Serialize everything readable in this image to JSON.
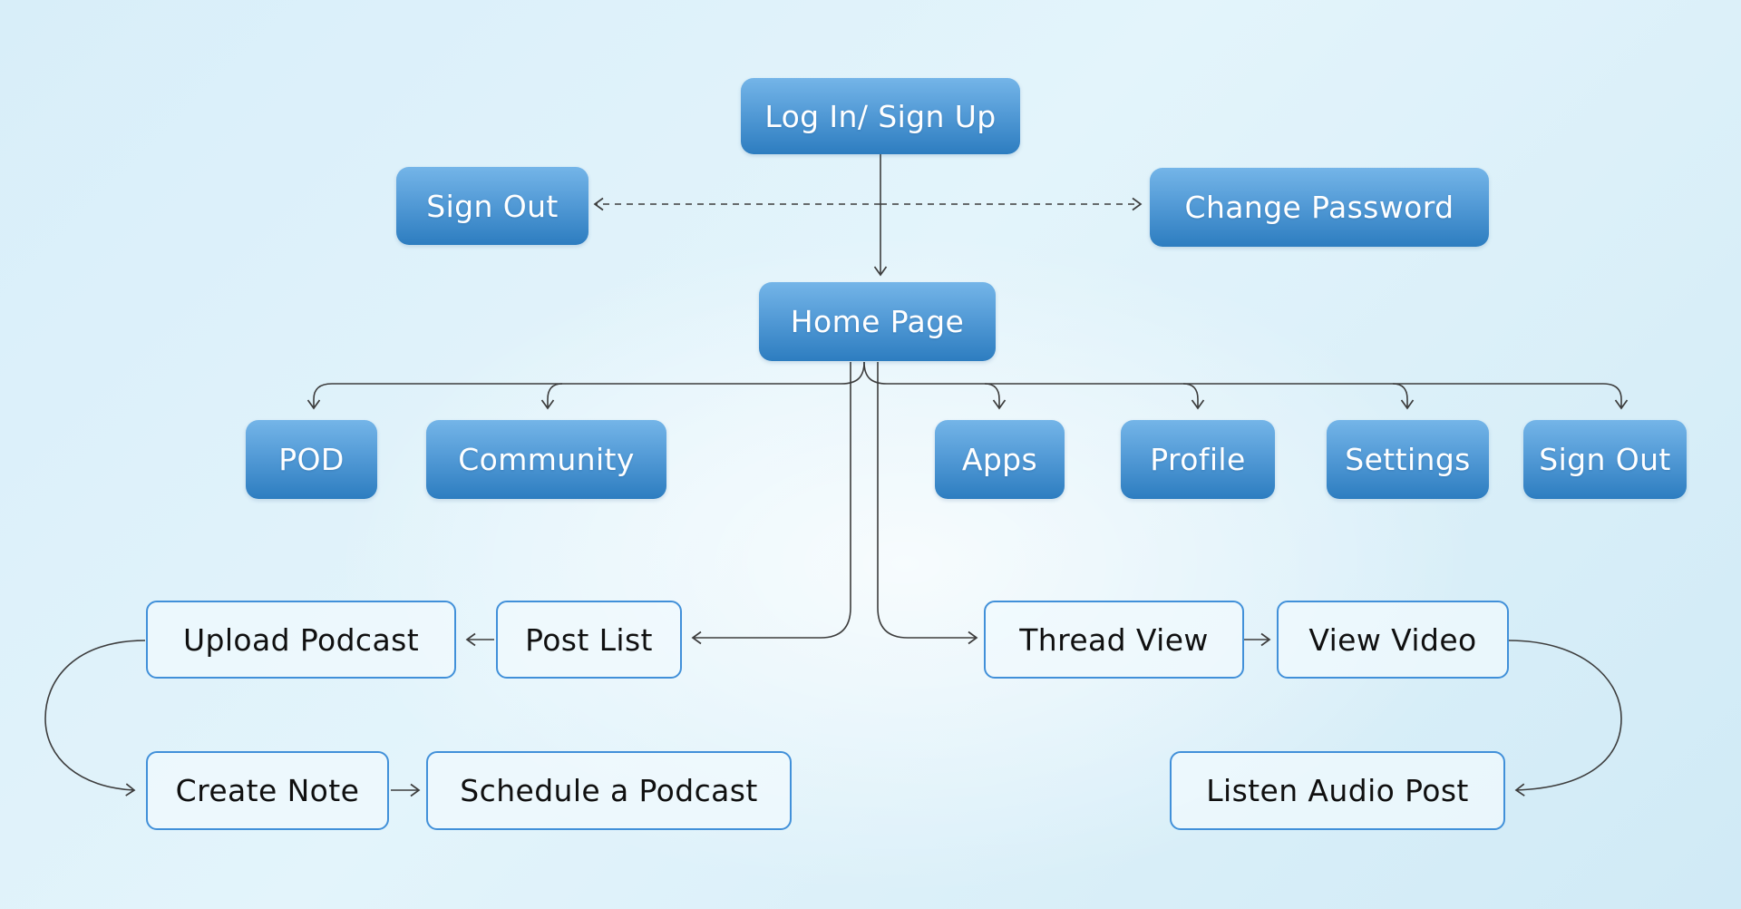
{
  "diagram": {
    "description": "Application navigation flow diagram",
    "colors": {
      "node_gradient_top": "#74b5e8",
      "node_gradient_bottom": "#2d7dc0",
      "outline_node_border": "#4190d9",
      "outline_node_fill": "#f0fafe",
      "node_text": "#ffffff",
      "outline_node_text": "#101010",
      "connector": "#3d3d3d",
      "background_edge": "#d0eaf6",
      "background_center": "#f3fbfe"
    },
    "nodes": {
      "login": {
        "label": "Log In/ Sign Up",
        "type": "primary"
      },
      "sign_out_top": {
        "label": "Sign Out",
        "type": "primary"
      },
      "change_password": {
        "label": "Change Password",
        "type": "primary"
      },
      "home": {
        "label": "Home Page",
        "type": "primary"
      },
      "pod": {
        "label": "POD",
        "type": "primary"
      },
      "community": {
        "label": "Community",
        "type": "primary"
      },
      "apps": {
        "label": "Apps",
        "type": "primary"
      },
      "profile": {
        "label": "Profile",
        "type": "primary"
      },
      "settings": {
        "label": "Settings",
        "type": "primary"
      },
      "sign_out_nav": {
        "label": "Sign Out",
        "type": "primary"
      },
      "upload_podcast": {
        "label": "Upload Podcast",
        "type": "outlined"
      },
      "post_list": {
        "label": "Post List",
        "type": "outlined"
      },
      "thread_view": {
        "label": "Thread View",
        "type": "outlined"
      },
      "view_video": {
        "label": "View Video",
        "type": "outlined"
      },
      "create_note": {
        "label": "Create Note",
        "type": "outlined"
      },
      "schedule_podcast": {
        "label": "Schedule a Podcast",
        "type": "outlined"
      },
      "listen_audio_post": {
        "label": "Listen Audio Post",
        "type": "outlined"
      }
    },
    "edges": [
      {
        "from": "login",
        "to": "home",
        "style": "solid"
      },
      {
        "from": "login",
        "to": "sign_out_top",
        "style": "dashed"
      },
      {
        "from": "login",
        "to": "change_password",
        "style": "dashed"
      },
      {
        "from": "home",
        "to": "pod",
        "style": "solid"
      },
      {
        "from": "home",
        "to": "community",
        "style": "solid"
      },
      {
        "from": "home",
        "to": "apps",
        "style": "solid"
      },
      {
        "from": "home",
        "to": "profile",
        "style": "solid"
      },
      {
        "from": "home",
        "to": "settings",
        "style": "solid"
      },
      {
        "from": "home",
        "to": "sign_out_nav",
        "style": "solid"
      },
      {
        "from": "home",
        "to": "post_list",
        "style": "solid"
      },
      {
        "from": "home",
        "to": "thread_view",
        "style": "solid"
      },
      {
        "from": "post_list",
        "to": "upload_podcast",
        "style": "solid"
      },
      {
        "from": "thread_view",
        "to": "view_video",
        "style": "solid"
      },
      {
        "from": "upload_podcast",
        "to": "create_note",
        "style": "solid"
      },
      {
        "from": "create_note",
        "to": "schedule_podcast",
        "style": "solid"
      },
      {
        "from": "view_video",
        "to": "listen_audio_post",
        "style": "solid"
      }
    ]
  }
}
